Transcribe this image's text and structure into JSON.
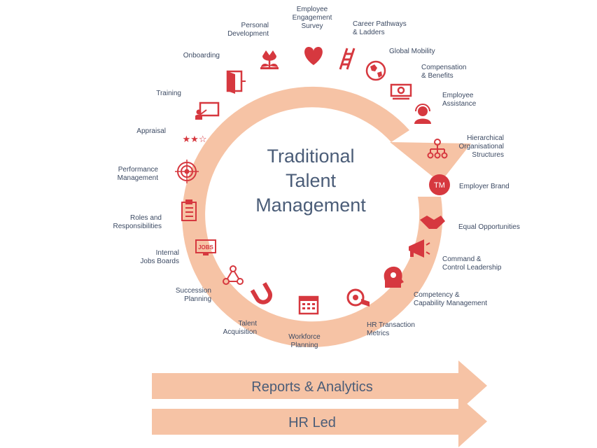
{
  "center_title": [
    "Traditional",
    "Talent",
    "Management"
  ],
  "bottom_arrows": [
    "Reports & Analytics",
    "HR Led"
  ],
  "trademark_badge": "TM",
  "colors": {
    "ring": "#f6c3a5",
    "icon": "#d6383f",
    "text": "#3c4a63",
    "title": "#4b5d78"
  },
  "segments": [
    {
      "lines": [
        "Employee",
        "Engagement",
        "Survey"
      ],
      "icon": "heart-icon"
    },
    {
      "lines": [
        "Career Pathways",
        "& Ladders"
      ],
      "icon": "ladder-icon"
    },
    {
      "lines": [
        "Global Mobility"
      ],
      "icon": "globe-icon"
    },
    {
      "lines": [
        "Compensation",
        "& Benefits"
      ],
      "icon": "banknote-icon"
    },
    {
      "lines": [
        "Employee",
        "Assistance"
      ],
      "icon": "headset-agent-icon"
    },
    {
      "lines": [
        "Hierarchical",
        "Organisational",
        "Structures"
      ],
      "icon": "org-chart-icon"
    },
    {
      "lines": [
        "Employer Brand"
      ],
      "icon": "tm-badge-icon"
    },
    {
      "lines": [
        "Equal Opportunities"
      ],
      "icon": "handshake-icon"
    },
    {
      "lines": [
        "Command &",
        "Control Leadership"
      ],
      "icon": "megaphone-icon"
    },
    {
      "lines": [
        "Competency &",
        "Capability Management"
      ],
      "icon": "head-gears-icon"
    },
    {
      "lines": [
        "HR Transaction",
        "Metrics"
      ],
      "icon": "measuring-tape-icon"
    },
    {
      "lines": [
        "Workforce",
        "Planning"
      ],
      "icon": "calendar-icon"
    },
    {
      "lines": [
        "Talent",
        "Acquisition"
      ],
      "icon": "magnet-icon"
    },
    {
      "lines": [
        "Succession",
        "Planning"
      ],
      "icon": "people-network-icon"
    },
    {
      "lines": [
        "Internal",
        "Jobs Boards"
      ],
      "icon": "jobs-monitor-icon"
    },
    {
      "lines": [
        "Roles and",
        "Responsibilities"
      ],
      "icon": "clipboard-checklist-icon"
    },
    {
      "lines": [
        "Performance",
        "Management"
      ],
      "icon": "target-icon"
    },
    {
      "lines": [
        "Appraisal"
      ],
      "icon": "stars-rating-icon"
    },
    {
      "lines": [
        "Training"
      ],
      "icon": "presentation-board-icon"
    },
    {
      "lines": [
        "Onboarding"
      ],
      "icon": "door-icon"
    },
    {
      "lines": [
        "Personal",
        "Development"
      ],
      "icon": "flower-growth-icon"
    }
  ]
}
